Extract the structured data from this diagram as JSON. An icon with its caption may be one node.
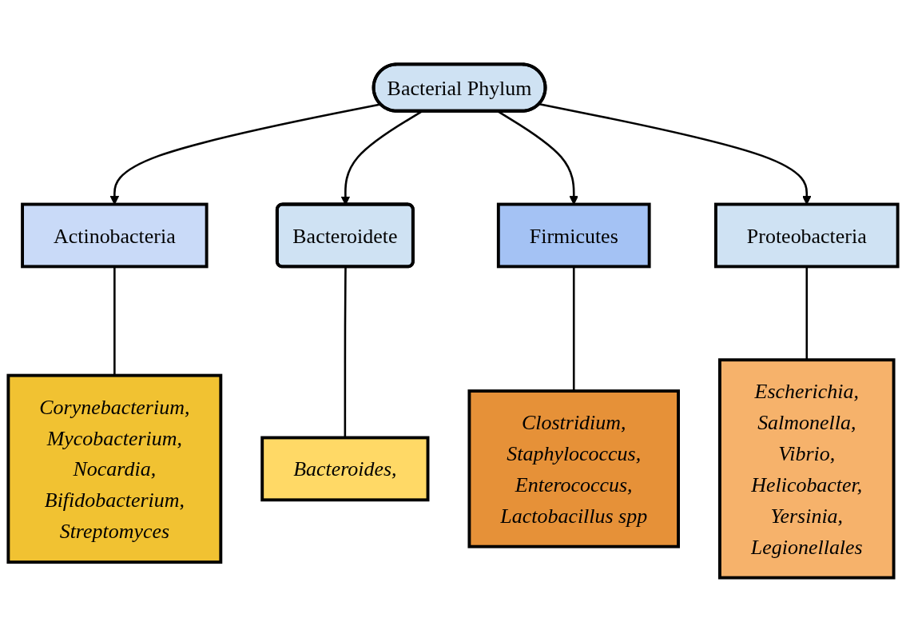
{
  "diagram": {
    "nodes": [
      {
        "text": [
          "Bacterial Phylum"
        ]
      },
      {
        "text": [
          "Actinobacteria"
        ]
      },
      {
        "text": [
          "Bacteroidete"
        ]
      },
      {
        "text": [
          "Firmicutes"
        ]
      },
      {
        "text": [
          "Proteobacteria"
        ]
      },
      {
        "text": [
          "Corynebacterium, Mycobacterium, Nocardia, Bifidobacterium, Streptomyces"
        ]
      },
      {
        "text": [
          "Bacteroides,"
        ]
      },
      {
        "text": [
          "Clostridium, Staphylococcus, Enterococcus, Lactobacillus spp"
        ]
      },
      {
        "text": [
          "Escherichia, Salmonella, Vibrio, Helicobacter, Yersinia, Legionellales"
        ]
      }
    ],
    "edges": [
      {
        "from": 0,
        "to": 1,
        "arrow": "to"
      },
      {
        "from": 0,
        "to": 2,
        "arrow": "to"
      },
      {
        "from": 0,
        "to": 3,
        "arrow": "to"
      },
      {
        "from": 0,
        "to": 4,
        "arrow": "to"
      },
      {
        "from": 1,
        "to": 5,
        "arrow": "none"
      },
      {
        "from": 2,
        "to": 6,
        "arrow": "none"
      },
      {
        "from": 3,
        "to": 7,
        "arrow": "none"
      },
      {
        "from": 4,
        "to": 8,
        "arrow": "none"
      }
    ]
  }
}
